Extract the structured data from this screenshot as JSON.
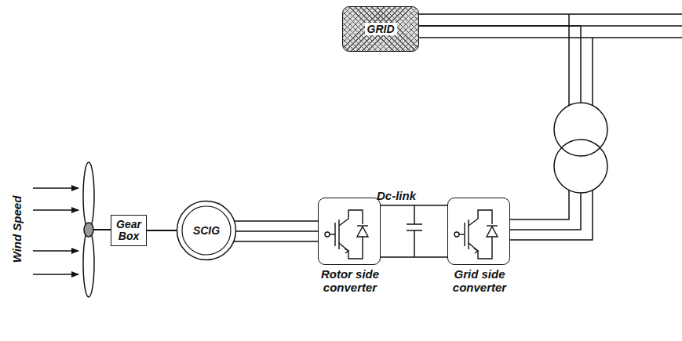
{
  "diagram": {
    "nodes": [
      {
        "text": [
          "Gear Box"
        ]
      },
      {
        "text": [
          "SCIG"
        ]
      },
      {
        "text": [
          "Rotor side converter"
        ]
      },
      {
        "text": [
          "Grid side converter"
        ]
      },
      {
        "text": [
          "GRID"
        ]
      }
    ],
    "edges": [
      {
        "from": 0,
        "to": 1,
        "arrow": "none"
      },
      {
        "from": 1,
        "to": 2,
        "arrow": "none"
      },
      {
        "from": 2,
        "to": 3,
        "arrow": "none"
      },
      {
        "from": 3,
        "to": 4,
        "arrow": "none"
      }
    ],
    "labels": [
      "Dc-link",
      "Wind Speed"
    ]
  }
}
